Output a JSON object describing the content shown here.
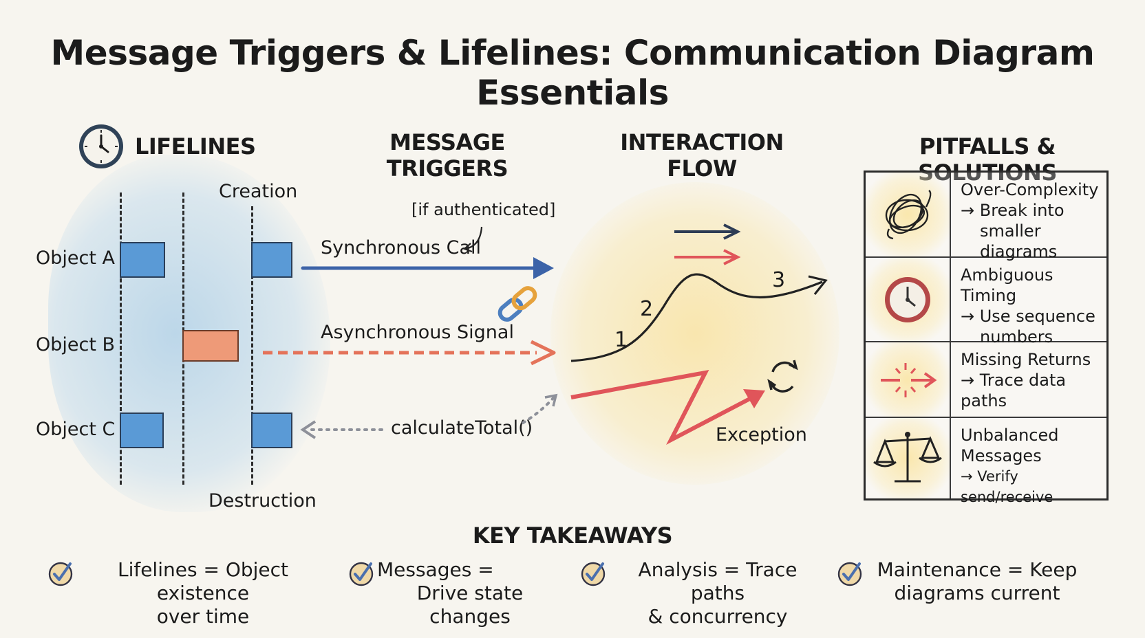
{
  "title": "Message Triggers & Lifelines: Communication Diagram Essentials",
  "lifelines": {
    "heading": "LIFELINES",
    "objects": [
      "Object A",
      "Object B",
      "Object C"
    ],
    "creation_label": "Creation",
    "destruction_label": "Destruction"
  },
  "message_triggers": {
    "heading": [
      "MESSAGE",
      "TRIGGERS"
    ],
    "guard": "[if authenticated]",
    "sync_label": "Synchronous Call",
    "async_label": "Asynchronous Signal",
    "return_label": "calculateTotal()"
  },
  "interaction_flow": {
    "heading": [
      "INTERACTION",
      "FLOW"
    ],
    "sequence_numbers": [
      "1",
      "2",
      "3"
    ],
    "exception_label": "Exception"
  },
  "pitfalls": {
    "heading": "PITFALLS & SOLUTIONS",
    "rows": [
      {
        "icon": "tangle-icon",
        "problem": "Over-Complexity",
        "solution": [
          "→ Break into",
          "smaller diagrams"
        ]
      },
      {
        "icon": "clock-icon",
        "problem": "Ambiguous Timing",
        "solution": [
          "→ Use sequence",
          "numbers"
        ]
      },
      {
        "icon": "broken-arrow-icon",
        "problem": "Missing Returns",
        "solution": [
          "→ Trace data paths"
        ]
      },
      {
        "icon": "balance-scale-icon",
        "problem": [
          "Unbalanced",
          "Messages"
        ],
        "solution": [
          "→ Verify send/receive"
        ]
      }
    ]
  },
  "takeaways": {
    "heading": "KEY TAKEAWAYS",
    "items": [
      [
        "Lifelines = Object existence",
        "over time"
      ],
      [
        "Messages =",
        "Drive state changes"
      ],
      [
        "Analysis = Trace paths",
        "& concurrency"
      ],
      [
        "Maintenance = Keep",
        "diagrams current"
      ]
    ]
  },
  "colors": {
    "sync": "#3c63a8",
    "async": "#e4735a",
    "return": "#8d9099",
    "exception": "#e0555a",
    "activation_blue": "#5a9ad6",
    "activation_orange": "#ee9a78"
  }
}
